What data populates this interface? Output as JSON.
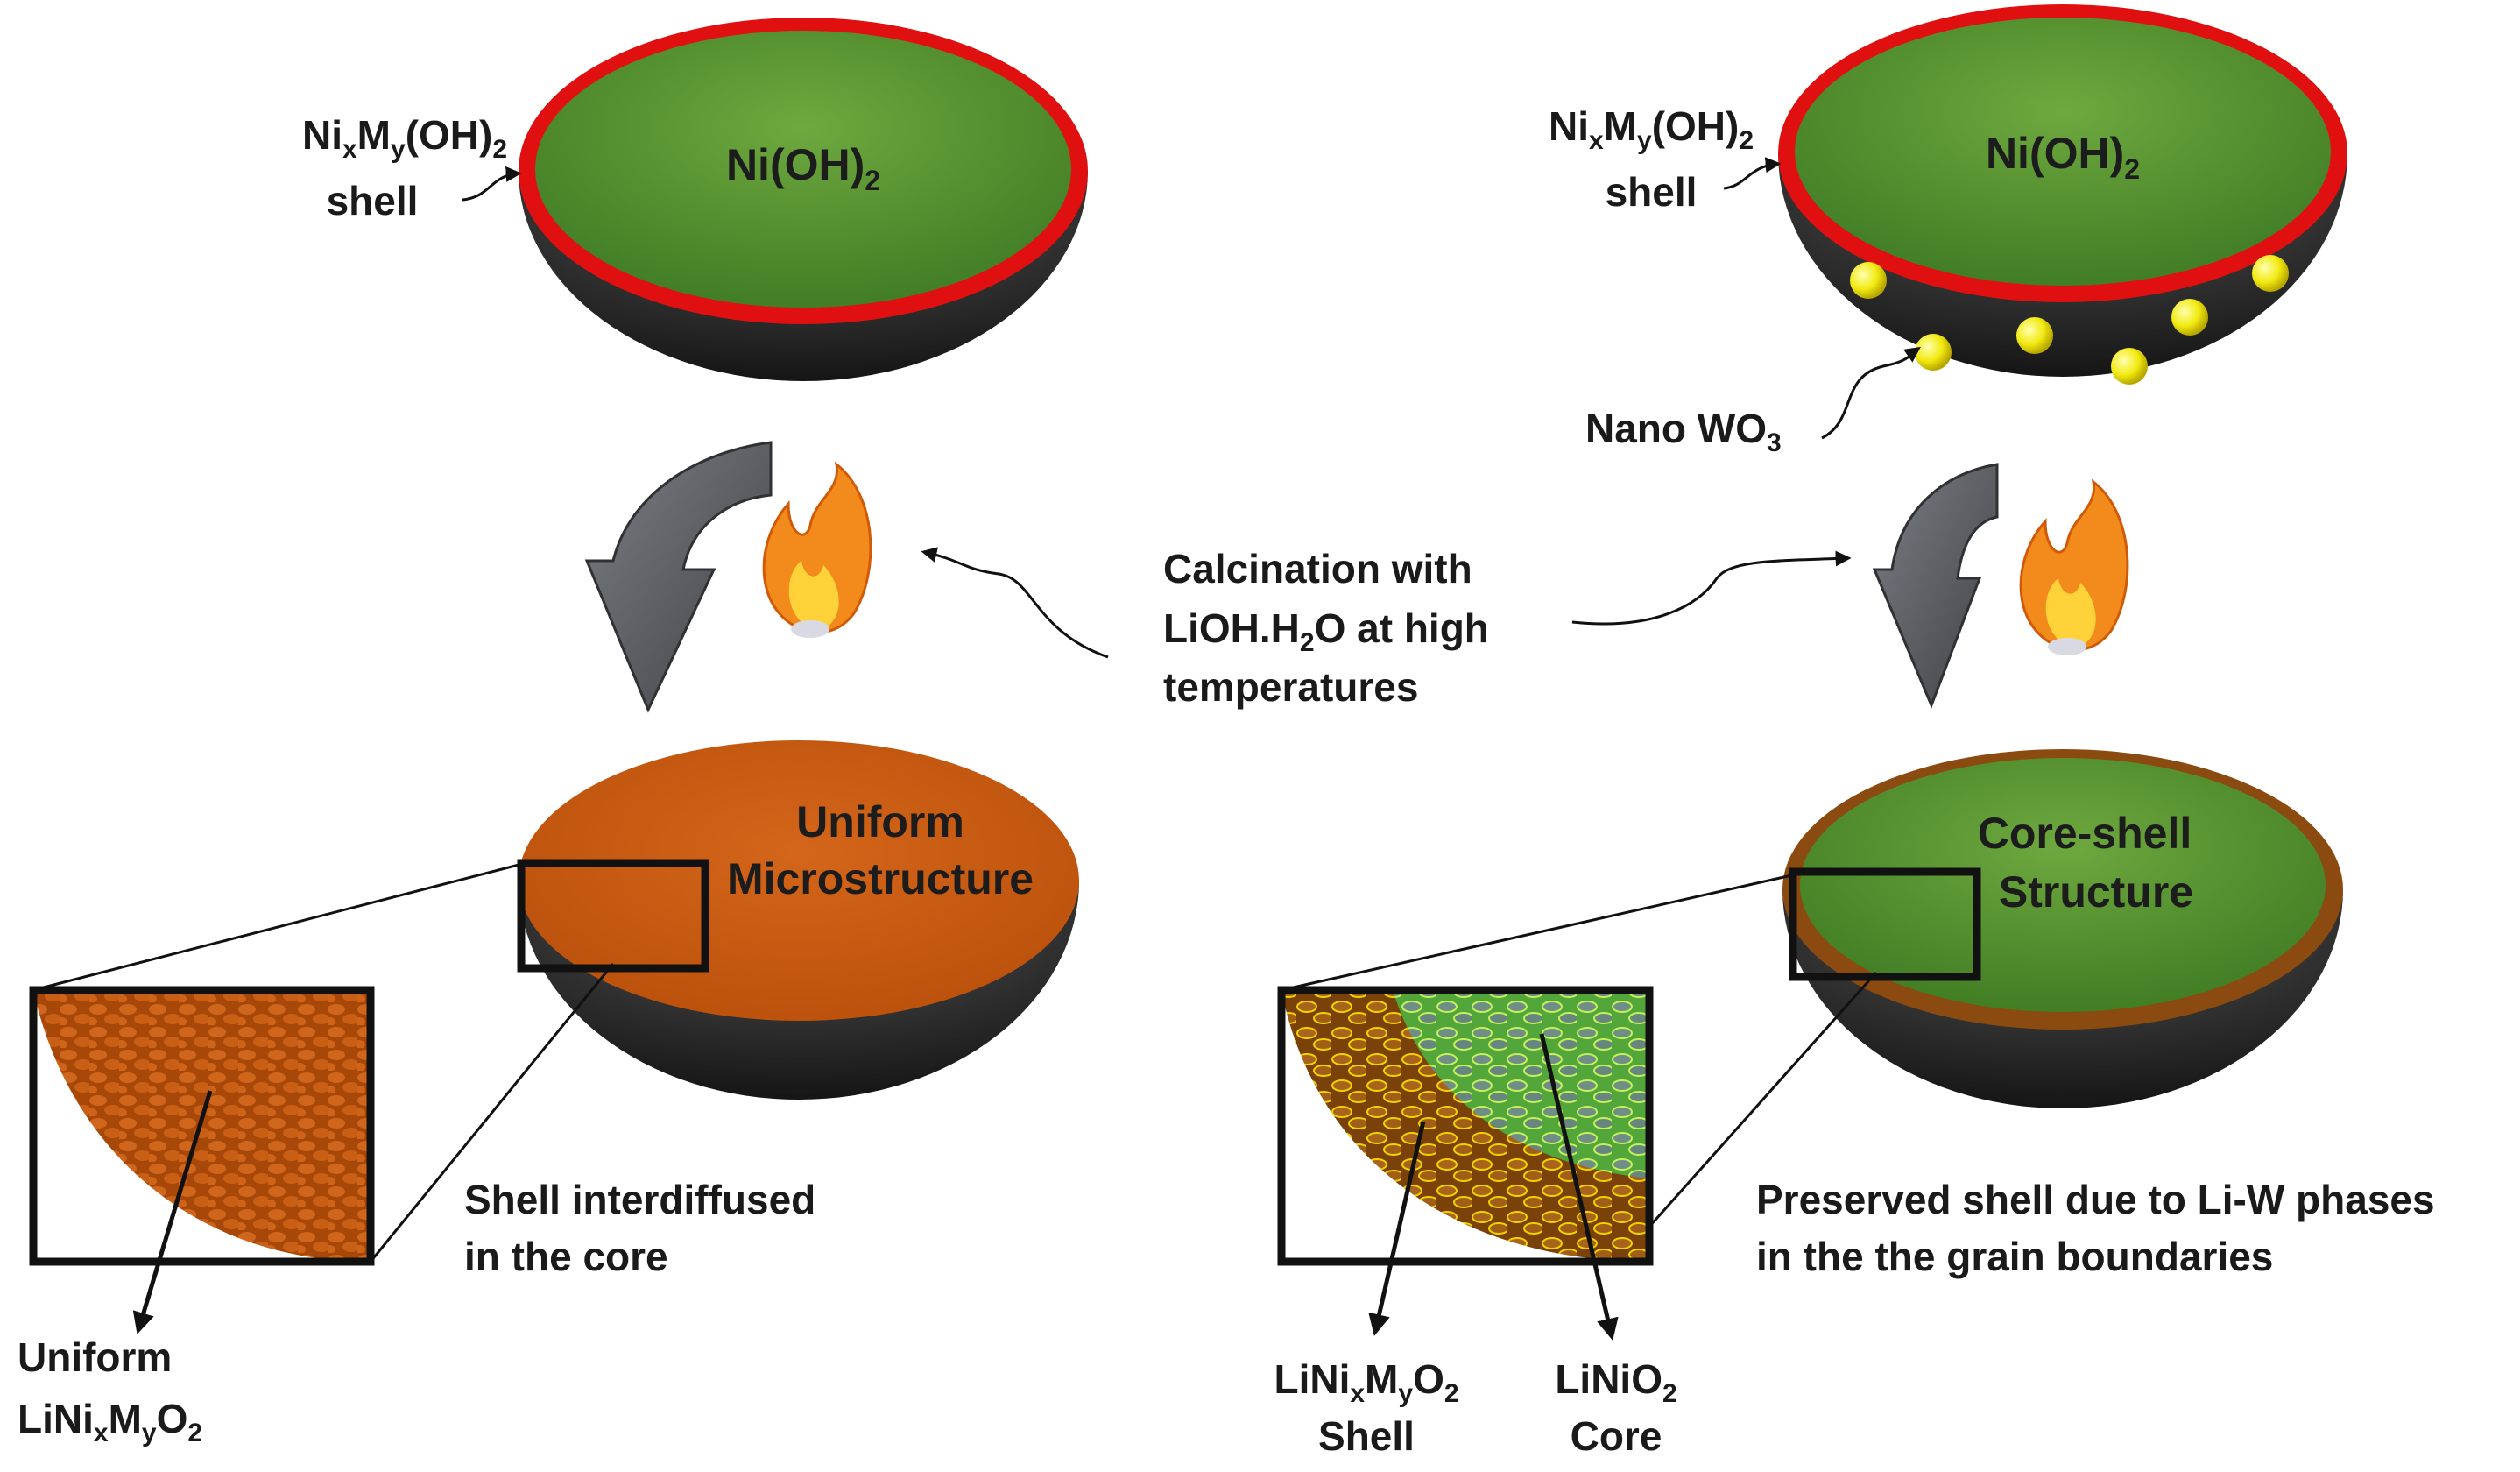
{
  "left": {
    "shell_formula": {
      "ni": "Ni",
      "x": "x",
      "m": "M",
      "y": "y",
      "oh": "(OH)",
      "two": "2"
    },
    "shell_word": "shell",
    "core_formula": {
      "main": "Ni(OH)",
      "sub": "2"
    },
    "result_line1": "Uniform",
    "result_line2": "Microstructure",
    "caption_line1": "Shell interdiffused",
    "caption_line2": "in the core",
    "product_line1": "Uniform",
    "product_formula": {
      "a": "LiNi",
      "x": "x",
      "m": "M",
      "y": "y",
      "o": "O",
      "two": "2"
    }
  },
  "center": {
    "line1": "Calcination with",
    "line2": "LiOH.H",
    "line2_sub": "2",
    "line2_tail": "O at high",
    "line3": "temperatures"
  },
  "right": {
    "shell_formula": {
      "ni": "Ni",
      "x": "x",
      "m": "M",
      "y": "y",
      "oh": "(OH)",
      "two": "2"
    },
    "shell_word": "shell",
    "core_formula": {
      "main": "Ni(OH)",
      "sub": "2"
    },
    "nano_label": "Nano WO",
    "nano_sub": "3",
    "result_line1": "Core-shell",
    "result_line2": "Structure",
    "caption_line1": "Preserved shell due to Li-W phases",
    "caption_line2": "in the the grain boundaries",
    "product_shell_formula": {
      "a": "LiNi",
      "x": "x",
      "m": "M",
      "y": "y",
      "o": "O",
      "two": "2"
    },
    "product_shell_word": "Shell",
    "product_core_formula": {
      "a": "LiNiO",
      "two": "2"
    },
    "product_core_word": "Core"
  },
  "colors": {
    "hydroxide_green": "#4f8a2c",
    "shell_red": "#e01010",
    "bowl_dark": "#2e2e2e",
    "oxide_orange": "#c8580f",
    "wo3_yellow": "#f2ea10",
    "arrow_gray": "#5a5d63"
  }
}
